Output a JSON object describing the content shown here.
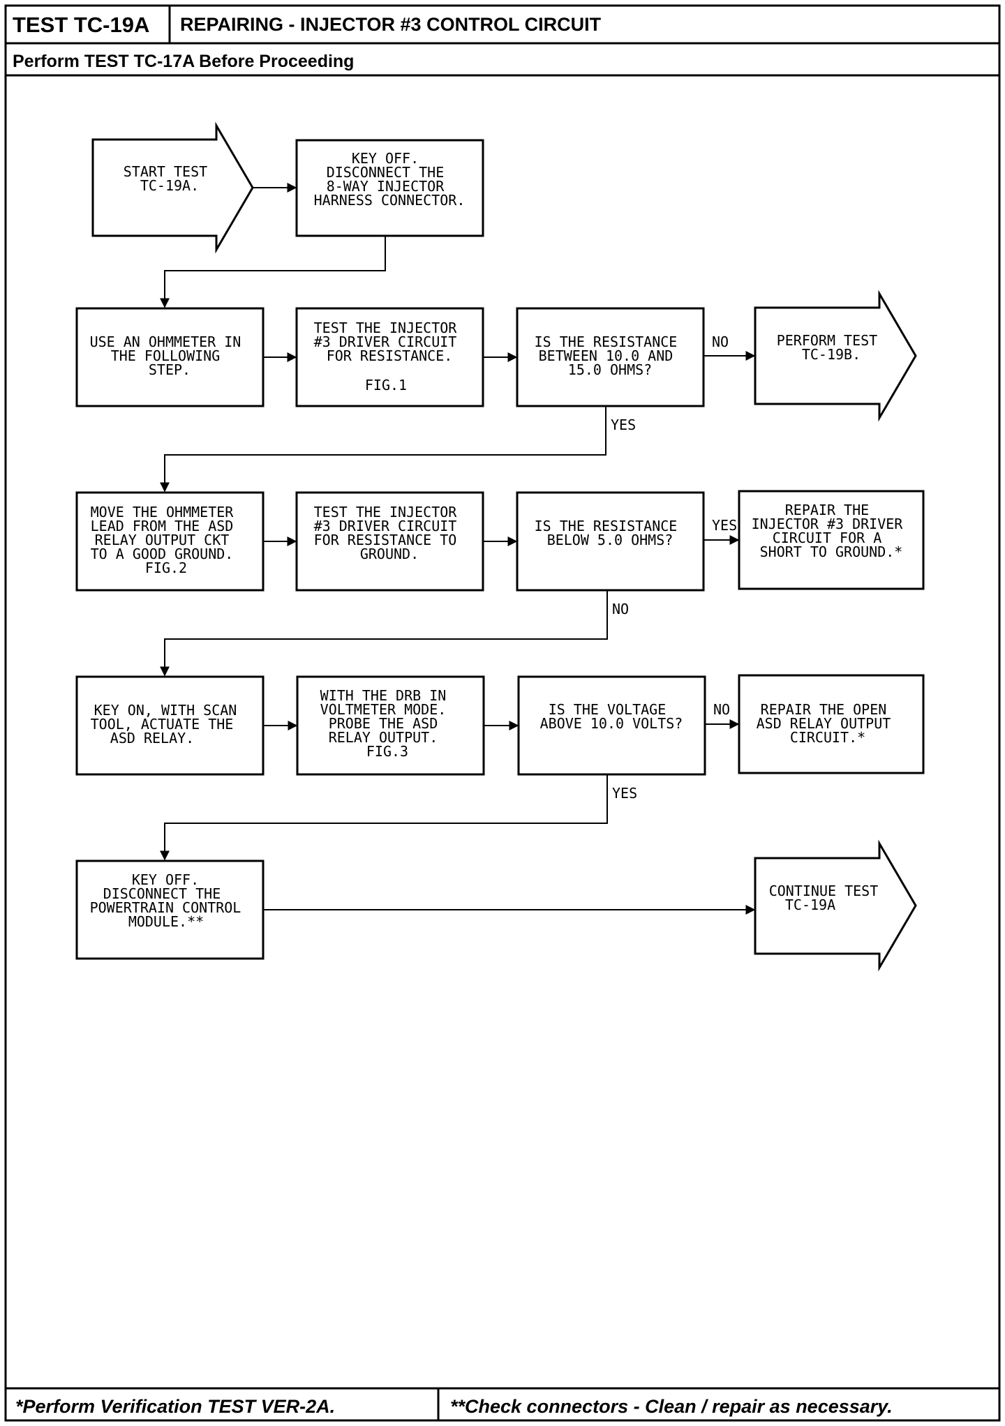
{
  "header": {
    "test_id": "TEST TC-19A",
    "title": "REPAIRING - INJECTOR #3 CONTROL CIRCUIT",
    "subtitle": "Perform TEST TC-17A Before Proceeding"
  },
  "footer": {
    "left": "*Perform Verification TEST VER-2A.",
    "right": "**Check connectors - Clean / repair as necessary."
  },
  "flow": {
    "start": [
      "START TEST",
      "TC-19A."
    ],
    "key_off_1": [
      "KEY OFF.",
      "DISCONNECT THE",
      "8-WAY INJECTOR",
      "HARNESS CONNECTOR."
    ],
    "use_ohmmeter": [
      "USE AN OHMMETER IN",
      "THE FOLLOWING",
      "STEP."
    ],
    "test_driver_res": [
      "TEST THE INJECTOR",
      "#3 DRIVER CIRCUIT",
      "FOR RESISTANCE."
    ],
    "test_driver_res_fig": "FIG.1",
    "q_resistance_range": [
      "IS THE RESISTANCE",
      "BETWEEN 10.0 AND",
      "15.0 OHMS?"
    ],
    "perform_tc19b": [
      "PERFORM TEST",
      "TC-19B."
    ],
    "move_lead": [
      "MOVE THE OHMMETER",
      "LEAD FROM THE ASD",
      "RELAY OUTPUT CKT",
      "TO A GOOD GROUND.",
      "FIG.2"
    ],
    "test_driver_gnd": [
      "TEST THE INJECTOR",
      "#3 DRIVER CIRCUIT",
      "FOR RESISTANCE TO",
      "GROUND."
    ],
    "q_resistance_below": [
      "IS THE RESISTANCE",
      "BELOW 5.0 OHMS?"
    ],
    "repair_short": [
      "REPAIR THE",
      "INJECTOR #3 DRIVER",
      "CIRCUIT FOR A",
      "SHORT TO GROUND.*"
    ],
    "key_on": [
      "KEY ON, WITH SCAN",
      "TOOL, ACTUATE THE",
      "ASD RELAY."
    ],
    "drb_voltmeter": [
      "WITH THE DRB IN",
      "VOLTMETER MODE.",
      "PROBE THE ASD",
      "RELAY OUTPUT.",
      "FIG.3"
    ],
    "q_voltage": [
      "IS THE VOLTAGE",
      "ABOVE 10.0 VOLTS?"
    ],
    "repair_open": [
      "REPAIR THE OPEN",
      "ASD RELAY OUTPUT",
      "CIRCUIT.*"
    ],
    "key_off_2": [
      "KEY OFF.",
      "DISCONNECT THE",
      "POWERTRAIN CONTROL",
      "MODULE.**"
    ],
    "continue": [
      "CONTINUE TEST",
      "TC-19A"
    ]
  },
  "labels": {
    "no_1": "NO",
    "yes_1": "YES",
    "yes_2": "YES",
    "no_2": "NO",
    "no_3": "NO",
    "yes_3": "YES"
  }
}
